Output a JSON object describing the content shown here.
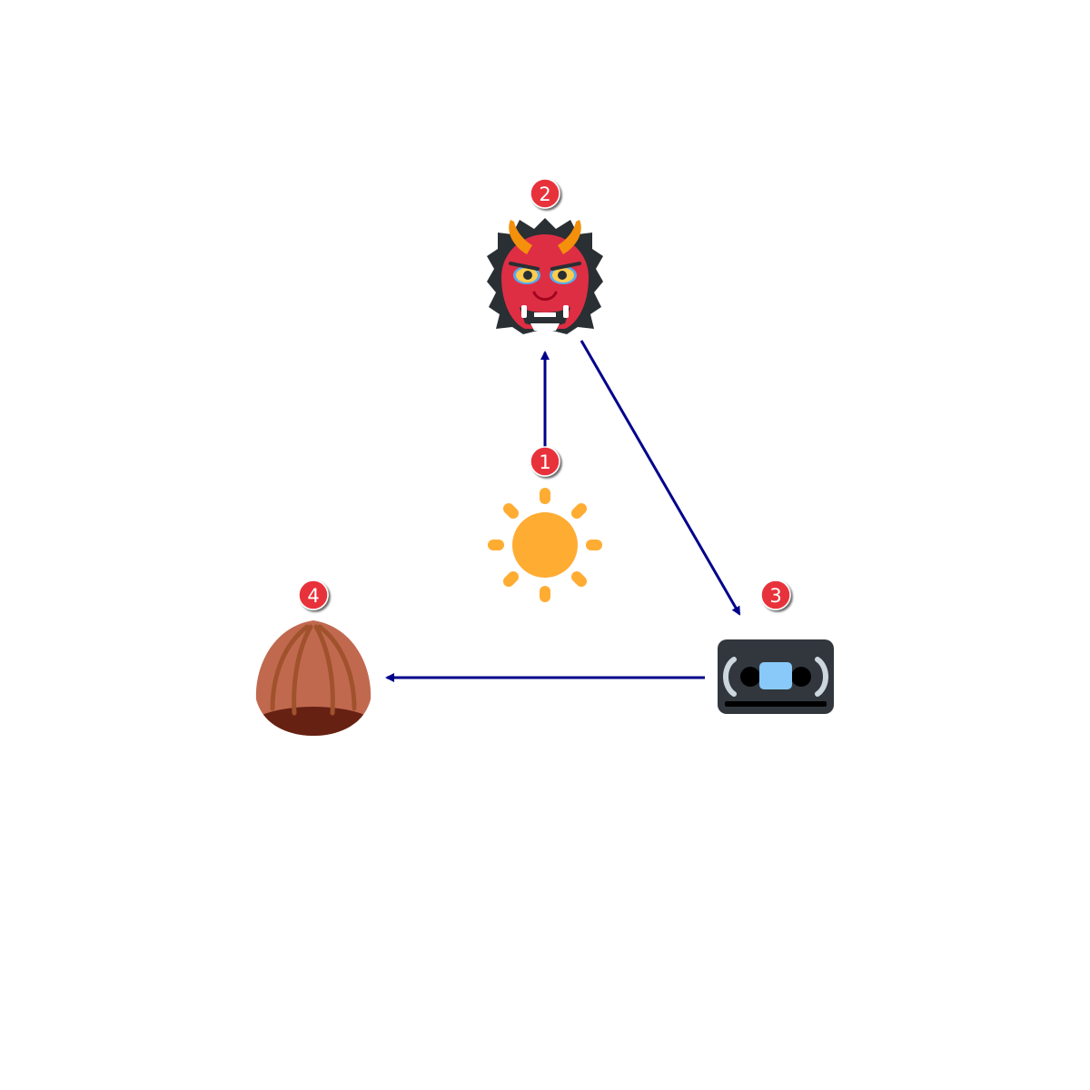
{
  "nodes": [
    {
      "id": "1",
      "label": "1",
      "icon": "sun-icon"
    },
    {
      "id": "2",
      "label": "2",
      "icon": "ogre-mask-icon"
    },
    {
      "id": "3",
      "label": "3",
      "icon": "videocassette-icon"
    },
    {
      "id": "4",
      "label": "4",
      "icon": "chestnut-icon"
    }
  ],
  "edges": [
    {
      "from": "1",
      "to": "2"
    },
    {
      "from": "2",
      "to": "3"
    },
    {
      "from": "3",
      "to": "4"
    }
  ],
  "colors": {
    "arrow": "#00008b",
    "badge": "#e8333b",
    "sun": "#ffac33",
    "ogre_red": "#dd2e44",
    "horn": "#f4900c",
    "hair": "#292f33",
    "cassette_body": "#31373d",
    "cassette_window": "#88c9f9",
    "chestnut": "#c1694f",
    "chestnut_dark": "#662113"
  }
}
